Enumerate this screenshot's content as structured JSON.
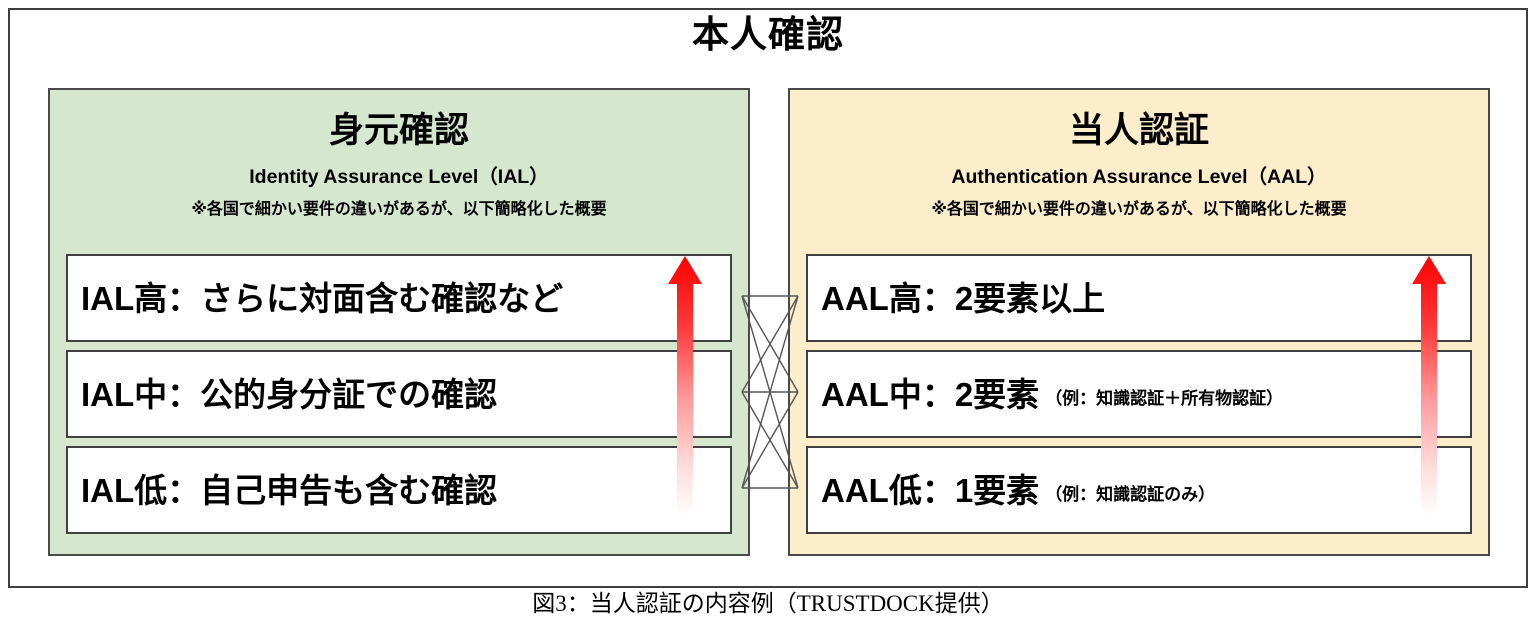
{
  "diagram": {
    "title": "本人確認",
    "caption": "図3：当人認証の内容例（TRUSTDOCK提供）",
    "colors": {
      "left_panel_bg": "#d6e7d0",
      "right_panel_bg": "#fdeecb",
      "arrow": "#ff0000",
      "border": "#404040",
      "connector": "#555555"
    }
  },
  "panels": {
    "left": {
      "title": "身元確認",
      "subtitle": "Identity Assurance Level（IAL）",
      "note": "※各国で細かい要件の違いがあるが、以下簡略化した概要",
      "levels": [
        {
          "label": "IAL高：さらに対面含む確認など",
          "note": ""
        },
        {
          "label": "IAL中：公的身分証での確認",
          "note": ""
        },
        {
          "label": "IAL低：自己申告も含む確認",
          "note": ""
        }
      ]
    },
    "right": {
      "title": "当人認証",
      "subtitle": "Authentication Assurance Level（AAL）",
      "note": "※各国で細かい要件の違いがあるが、以下簡略化した概要",
      "levels": [
        {
          "label": "AAL高：2要素以上",
          "note": ""
        },
        {
          "label": "AAL中：2要素",
          "note": "（例：知識認証＋所有物認証）"
        },
        {
          "label": "AAL低：1要素",
          "note": "（例：知識認証のみ）"
        }
      ]
    }
  }
}
